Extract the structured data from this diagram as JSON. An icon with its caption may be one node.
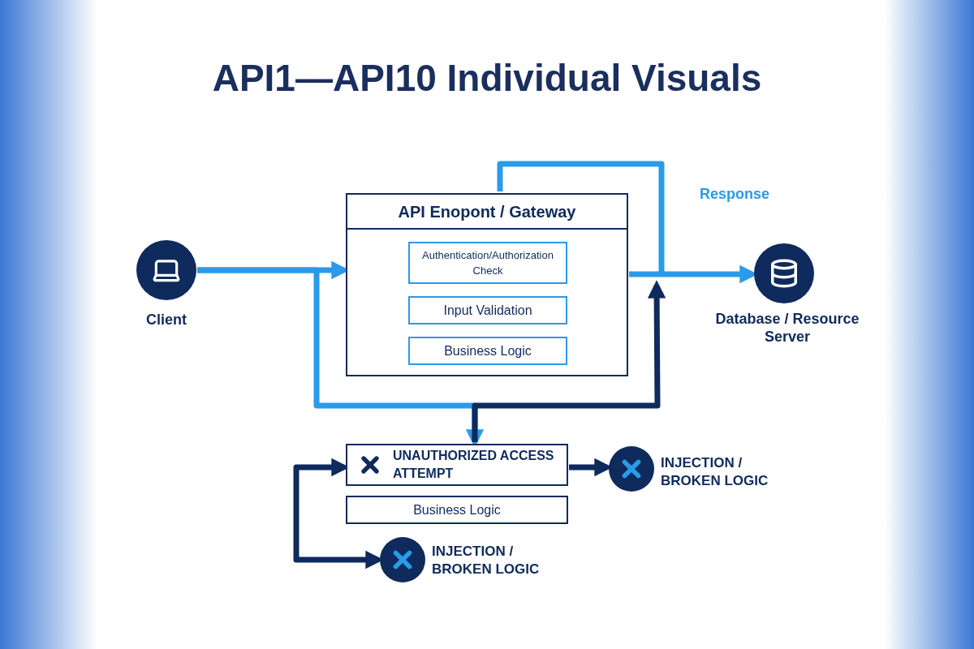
{
  "diagram": {
    "title": "API1—API10 Individual Visuals",
    "nodes": [
      {
        "text": [],
        "shape": "circle",
        "beside": [
          "Client"
        ]
      },
      {
        "text": [
          "API Enopont / Gateway"
        ]
      },
      {
        "text": [
          "Authentication/Authorization Check"
        ],
        "in": 1
      },
      {
        "text": [
          "Input Validation"
        ],
        "in": 1
      },
      {
        "text": [
          "Business Logic"
        ],
        "in": 1
      },
      {
        "text": [],
        "shape": "circle",
        "beside": [
          "Database / Resource Server"
        ]
      },
      {
        "text": [
          "UNAUTHORIZED ACCESS ATTEMPT"
        ]
      },
      {
        "text": [
          "Business Logic"
        ]
      },
      {
        "text": [],
        "shape": "circle",
        "beside": [
          "INJECTION / BROKEN LOGIC"
        ]
      },
      {
        "text": [],
        "shape": "circle",
        "beside": [
          "INJECTION / BROKEN LOGIC"
        ]
      }
    ],
    "edges": [
      {
        "from": 0,
        "to": 1,
        "arrow": "to",
        "color": "#2b9ae8"
      },
      {
        "from": 1,
        "to": 5,
        "arrow": "to",
        "color": "#2b9ae8"
      },
      {
        "from": 0,
        "to": 6,
        "arrow": "to",
        "color": "#2b9ae8"
      },
      {
        "from": 6,
        "to": 1,
        "arrow": "to",
        "color": "#0f2a5c"
      },
      {
        "from": 6,
        "to": 8,
        "arrow": "to",
        "color": "#0f2a5c"
      },
      {
        "from": 6,
        "to": 9,
        "arrow": "both",
        "color": "#0f2a5c"
      }
    ],
    "labels": [
      "Response"
    ]
  }
}
